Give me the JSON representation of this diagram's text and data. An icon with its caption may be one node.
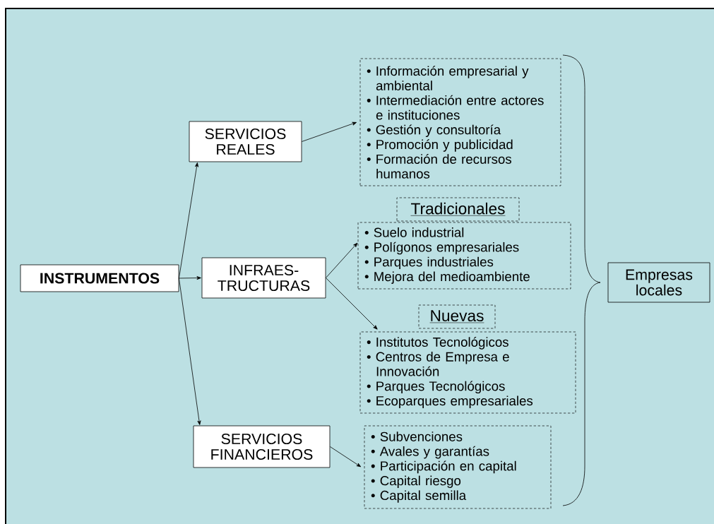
{
  "diagram": {
    "nodes": [
      {
        "text": [
          "INSTRUMENTOS"
        ]
      },
      {
        "text": [
          "SERVICIOS REALES"
        ]
      },
      {
        "text": [
          "INFRAES- TRUCTURAS"
        ]
      },
      {
        "text": [
          "SERVICIOS FINANCIEROS"
        ]
      },
      {
        "text": [
          "• Información empresarial y ambiental",
          "• Intermediación entre actores e instituciones",
          "• Gestión y consultoría",
          "• Promoción y publicidad",
          "• Formación de recursos humanos"
        ]
      },
      {
        "text": [
          "Tradicionales"
        ]
      },
      {
        "text": [
          "• Suelo industrial",
          "• Polígonos empresariales",
          "• Parques industriales",
          "• Mejora del medioambiente"
        ]
      },
      {
        "text": [
          "Nuevas"
        ]
      },
      {
        "text": [
          "• Institutos Tecnológicos",
          "• Centros de Empresa e Innovación",
          "• Parques Tecnológicos",
          "• Ecoparques empresariales"
        ]
      },
      {
        "text": [
          "• Subvenciones",
          "• Avales y garantías",
          "• Participación en capital",
          "• Capital riesgo",
          "• Capital semilla"
        ]
      },
      {
        "text": [
          "Empresas locales"
        ]
      }
    ],
    "edges": [
      {
        "from": 0,
        "to": 1,
        "arrow": "to"
      },
      {
        "from": 0,
        "to": 2,
        "arrow": "to"
      },
      {
        "from": 0,
        "to": 3,
        "arrow": "to"
      },
      {
        "from": 1,
        "to": 4,
        "arrow": "to"
      },
      {
        "from": 2,
        "to": 6,
        "arrow": "to"
      },
      {
        "from": 2,
        "to": 8,
        "arrow": "to"
      },
      {
        "from": 3,
        "to": 9,
        "arrow": "to"
      }
    ]
  }
}
